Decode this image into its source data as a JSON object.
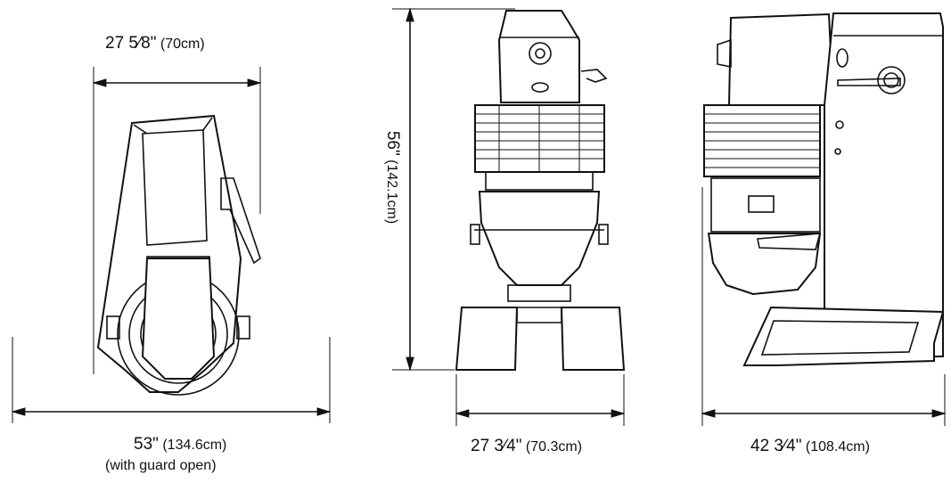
{
  "dimensions": {
    "top_width": {
      "value": "27 5⁄8\"",
      "unit": "(70cm)"
    },
    "overall_width": {
      "value": "53\"",
      "unit": "(134.6cm)",
      "note": "(with guard open)"
    },
    "height": {
      "value": "56\"",
      "unit": "(142.1cm)"
    },
    "front_width": {
      "value": "27 3⁄4\"",
      "unit": "(70.3cm)"
    },
    "side_depth": {
      "value": "42 3⁄4\"",
      "unit": "(108.4cm)"
    }
  },
  "colors": {
    "line": "#111111",
    "background": "#ffffff",
    "guard": "#d9d9d9"
  }
}
